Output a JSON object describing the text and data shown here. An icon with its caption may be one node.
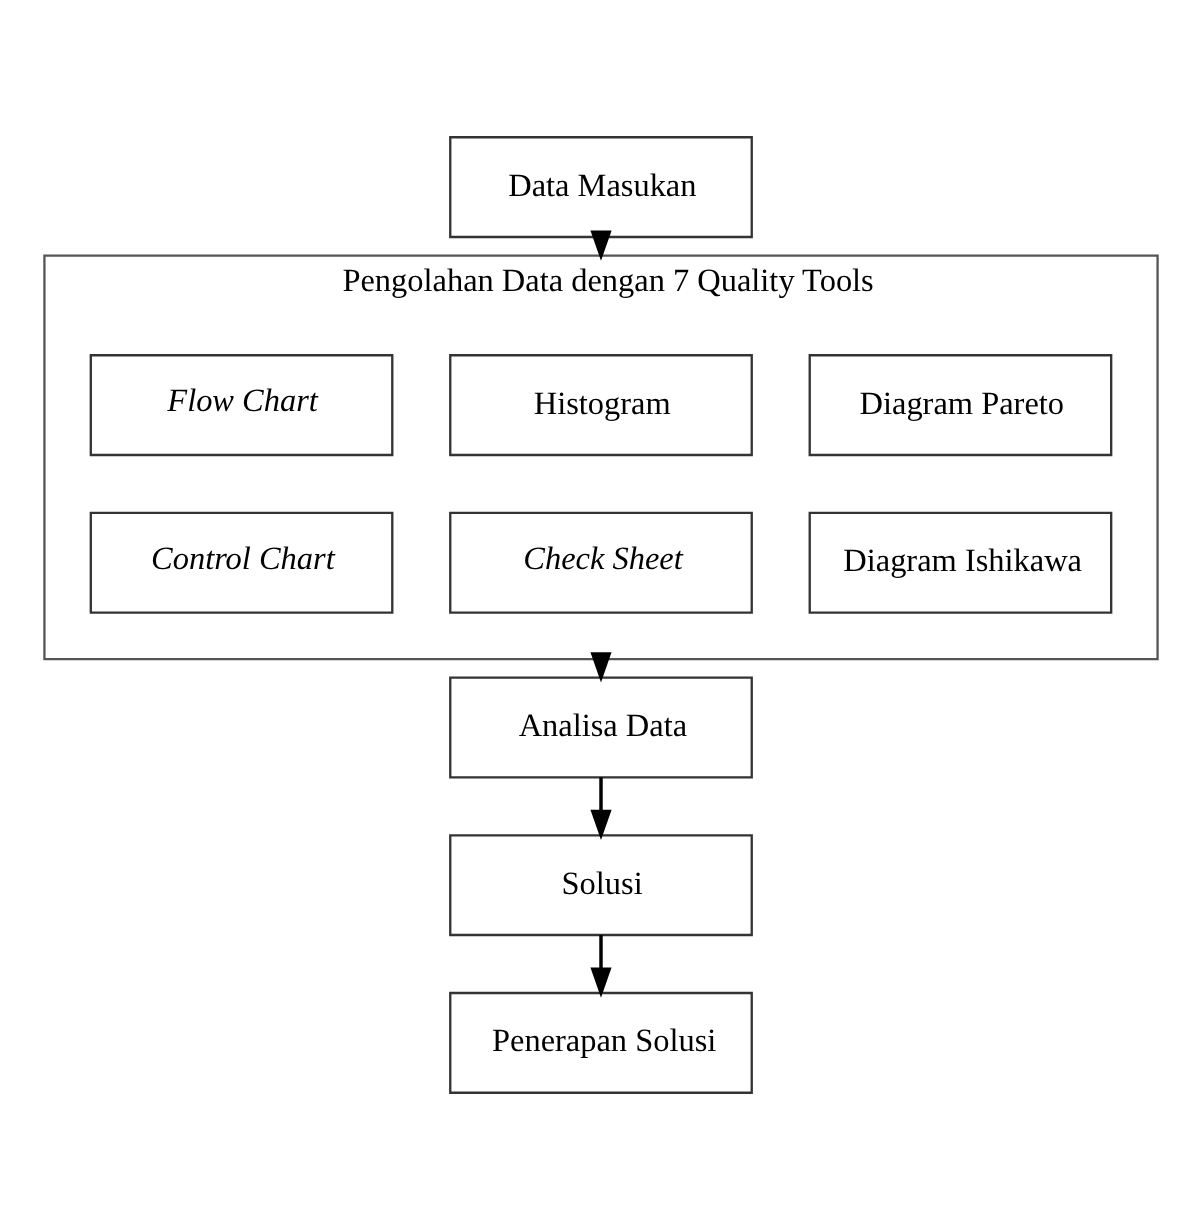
{
  "diagram": {
    "nodes": [
      {
        "text": [
          "Data Masukan"
        ]
      },
      {
        "text": [
          "Pengolahan Data dengan 7 Quality Tools"
        ]
      },
      {
        "text": [
          "Flow Chart"
        ],
        "in": 1
      },
      {
        "text": [
          "Histogram"
        ],
        "in": 1
      },
      {
        "text": [
          "Diagram Pareto"
        ],
        "in": 1
      },
      {
        "text": [
          "Control Chart"
        ],
        "in": 1
      },
      {
        "text": [
          "Check Sheet"
        ],
        "in": 1
      },
      {
        "text": [
          "Diagram Ishikawa"
        ],
        "in": 1
      },
      {
        "text": [
          "Analisa Data"
        ]
      },
      {
        "text": [
          "Solusi"
        ]
      },
      {
        "text": [
          "Penerapan Solusi"
        ]
      }
    ],
    "edges": [
      {
        "from": 0,
        "to": 1,
        "arrow": "to"
      },
      {
        "from": 1,
        "to": 8,
        "arrow": "to"
      },
      {
        "from": 8,
        "to": 9,
        "arrow": "to"
      },
      {
        "from": 9,
        "to": 10,
        "arrow": "to"
      }
    ]
  }
}
